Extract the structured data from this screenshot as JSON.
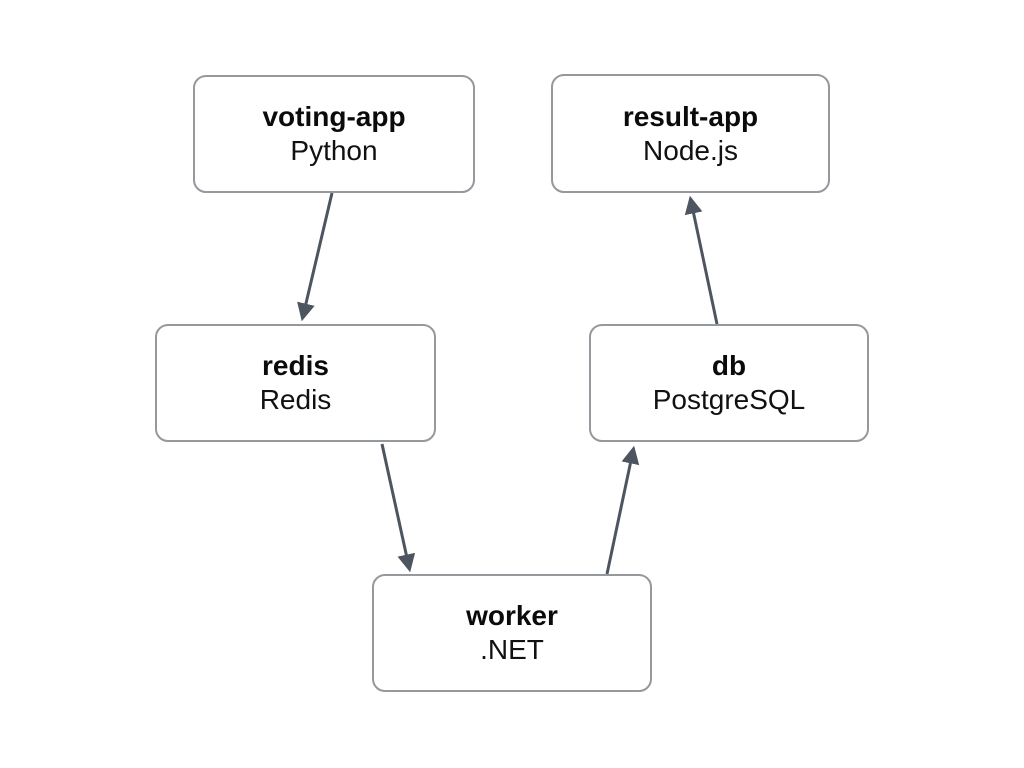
{
  "diagram": {
    "type": "architecture-flow",
    "nodes": [
      {
        "id": "voting-app",
        "title": "voting-app",
        "subtitle": "Python"
      },
      {
        "id": "result-app",
        "title": "result-app",
        "subtitle": "Node.js"
      },
      {
        "id": "redis",
        "title": "redis",
        "subtitle": "Redis"
      },
      {
        "id": "db",
        "title": "db",
        "subtitle": "PostgreSQL"
      },
      {
        "id": "worker",
        "title": "worker",
        "subtitle": ".NET"
      }
    ],
    "edges": [
      {
        "from": "voting-app",
        "to": "redis"
      },
      {
        "from": "redis",
        "to": "worker"
      },
      {
        "from": "worker",
        "to": "db"
      },
      {
        "from": "db",
        "to": "result-app"
      }
    ],
    "colors": {
      "background": "#FFFFFF",
      "node_fill": "#FFFFFF",
      "node_border": "#95989C",
      "edge": "#4D5560",
      "text": "#0B0B0B"
    }
  }
}
